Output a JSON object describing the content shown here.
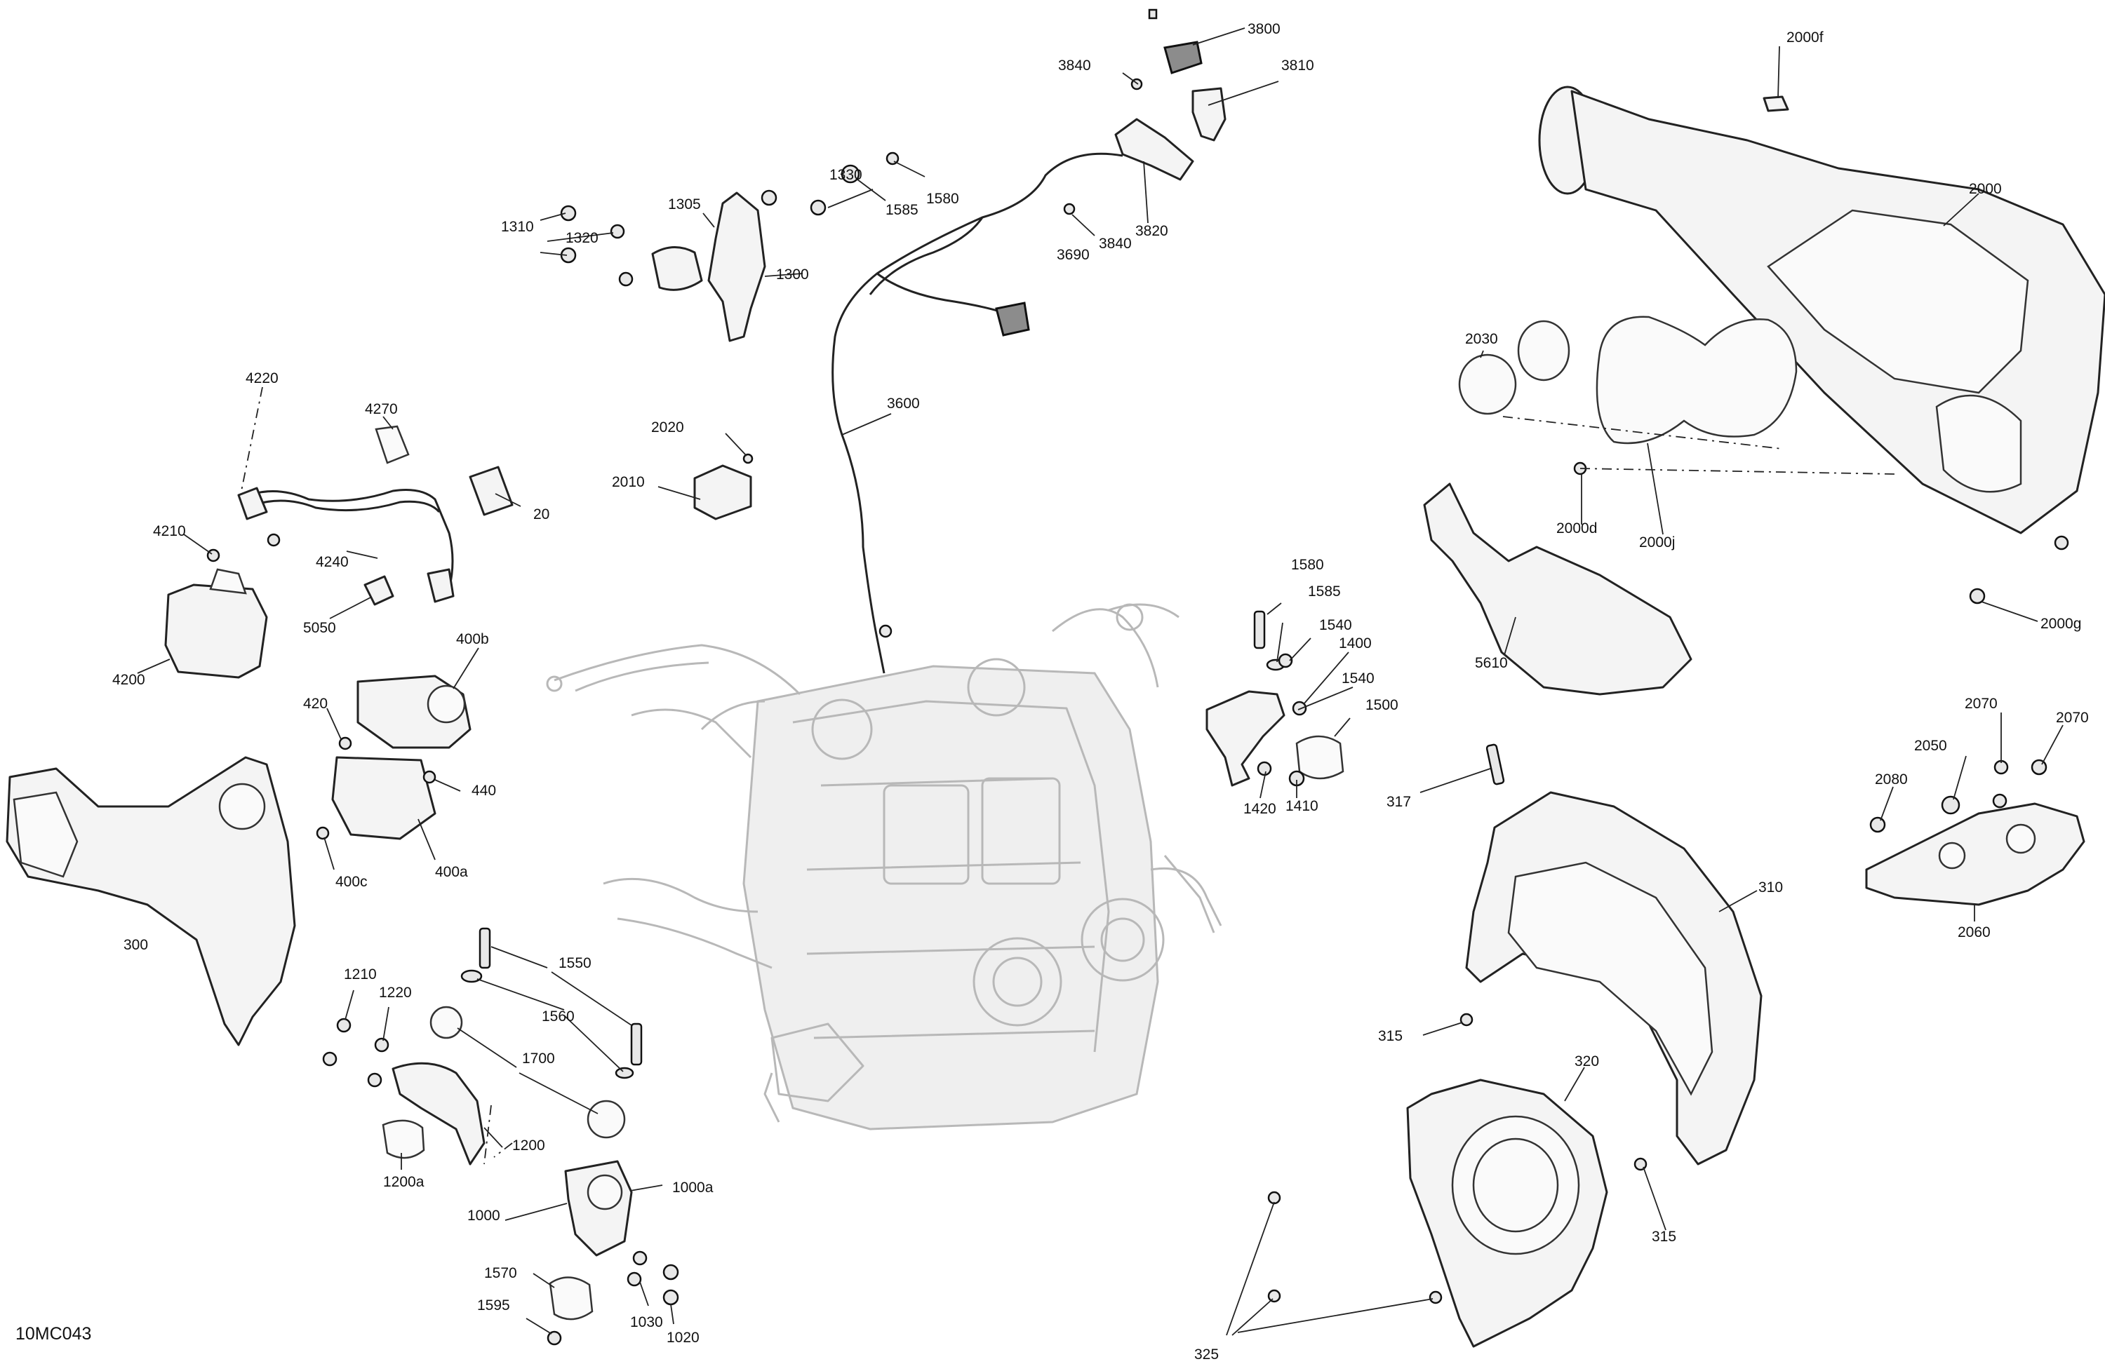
{
  "figure_id": "10MC043",
  "callouts": {
    "p3800": "3800",
    "p3810": "3810",
    "p3840a": "3840",
    "p3840b": "3840",
    "p3820": "3820",
    "p3690": "3690",
    "p1580a": "1580",
    "p1585a": "1585",
    "p1330": "1330",
    "p1305": "1305",
    "p1310": "1310",
    "p1320": "1320",
    "p1300": "1300",
    "p3600": "3600",
    "p2020": "2020",
    "p2010": "2010",
    "p4220": "4220",
    "p4270": "4270",
    "p4210": "4210",
    "p4240": "4240",
    "p20": "20",
    "p5050": "5050",
    "p4200": "4200",
    "p400b": "400b",
    "p420": "420",
    "p440": "440",
    "p400c": "400c",
    "p400a": "400a",
    "p300": "300",
    "p1550": "1550",
    "p1210": "1210",
    "p1220": "1220",
    "p1560": "1560",
    "p1700": "1700",
    "p1200": "1200",
    "p1200a": "1200a",
    "p1000a": "1000a",
    "p1000": "1000",
    "p1570": "1570",
    "p1595": "1595",
    "p1030": "1030",
    "p1020": "1020",
    "p2000f": "2000f",
    "p2000": "2000",
    "p2030": "2030",
    "p2000d": "2000d",
    "p2000j": "2000j",
    "p5610": "5610",
    "p2000g": "2000g",
    "p1580b": "1580",
    "p1585b": "1585",
    "p1540a": "1540",
    "p1400": "1400",
    "p1540b": "1540",
    "p1500": "1500",
    "p1420": "1420",
    "p1410": "1410",
    "p317": "317",
    "p310": "310",
    "p315a": "315",
    "p315b": "315",
    "p320": "320",
    "p325": "325",
    "p2070a": "2070",
    "p2070b": "2070",
    "p2050": "2050",
    "p2080": "2080",
    "p2060": "2060"
  }
}
